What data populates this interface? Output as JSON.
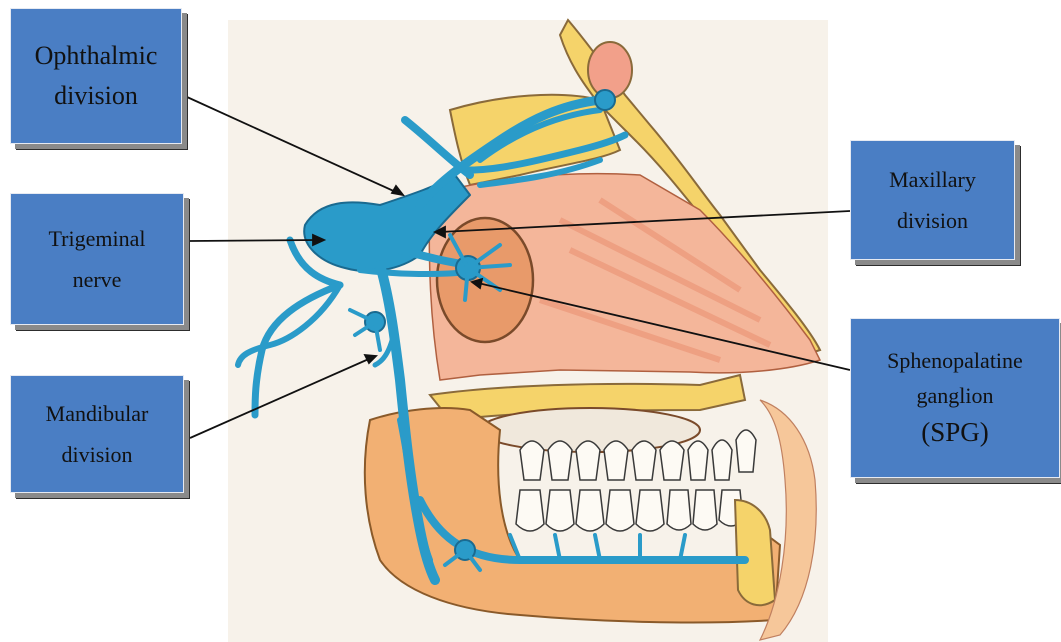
{
  "labels": {
    "ophthalmic": [
      "Ophthalmic",
      "division"
    ],
    "trigeminal": [
      "Trigeminal",
      "nerve"
    ],
    "mandibular": [
      "Mandibular",
      "division"
    ],
    "maxillary": [
      "Maxillary",
      "division"
    ],
    "spg": [
      "Sphenopalatine",
      "ganglion",
      "(SPG)"
    ]
  },
  "colors": {
    "nerve": "#2a9bc9",
    "box": "#4a7ec4",
    "flesh": "#f0a07a",
    "bone": "#f5d36a",
    "muscle": "#f4b69a",
    "paper": "#fbf7f0"
  }
}
